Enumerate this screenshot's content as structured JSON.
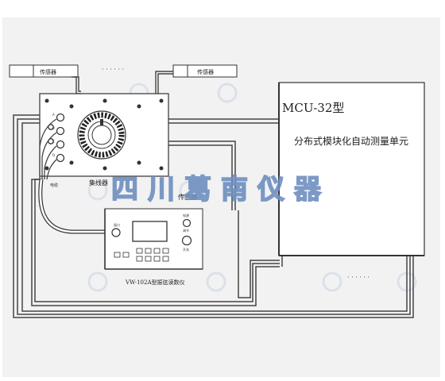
{
  "sensor_left_label": "传感器",
  "sensor_right_label": "传感器",
  "dots_top": "· · · · · ·",
  "dots_bottom": "· · · · · ·",
  "mcu": {
    "title": "MCU-32型",
    "subtitle": "分布式模块化自动测量单元"
  },
  "switch_box": {
    "label": "集线器",
    "port_labels": [
      "A",
      "B",
      "C",
      "D"
    ],
    "cable_label": "电缆"
  },
  "reader": {
    "name": "VW-102A型振弦读数仪",
    "sensor_tag": "传感器",
    "power_label": "电源",
    "knob_label": "开关",
    "small_knob_label": "调节",
    "port_label": "接口"
  },
  "watermark": [
    "四",
    "川",
    "葛",
    "南",
    "仪",
    "器"
  ],
  "colors": {
    "background": "#f2f2f2",
    "line": "#333333",
    "watermark": "#6f8fc0"
  }
}
